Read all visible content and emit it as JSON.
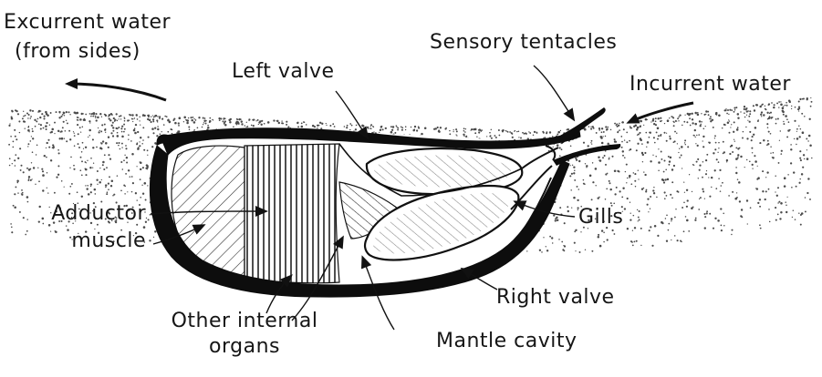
{
  "labels": {
    "excurrent": [
      "Excurrent water",
      "(from sides)"
    ],
    "left_valve": "Left valve",
    "sensory_tentacles": "Sensory tentacles",
    "incurrent": "Incurrent water",
    "adductor": [
      "Adductor",
      "muscle"
    ],
    "gills": "Gills",
    "right_valve": "Right valve",
    "other_organs": [
      "Other internal",
      "organs"
    ],
    "mantle_cavity": "Mantle cavity"
  },
  "colors": {
    "ink": "#111111",
    "sediment": "#4a4a4a",
    "background": "#ffffff"
  }
}
